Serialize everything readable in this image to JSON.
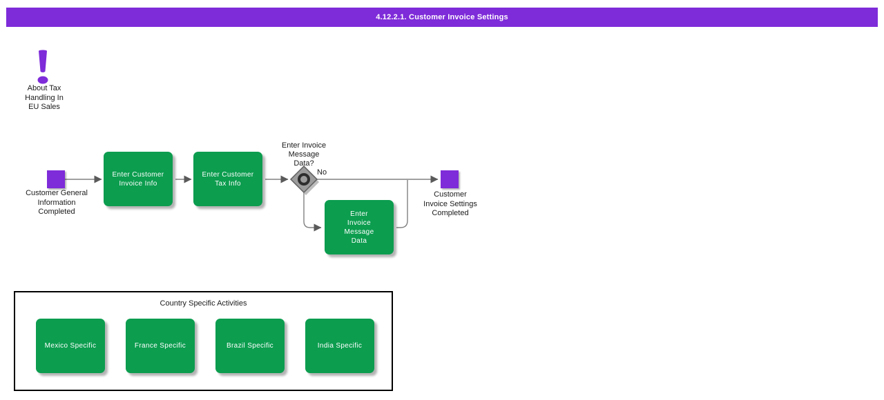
{
  "colors": {
    "accent_purple": "#7e2bd9",
    "task_green": "#0c9d4f",
    "connector_gray": "#808080",
    "arrowhead_gray": "#5a5a5a",
    "diamond_gray": "#9c9c9c",
    "diamond_edge": "#606060",
    "diamond_ring": "#2e2e2e"
  },
  "title_bar": {
    "title": "4.12.2.1. Customer Invoice Settings"
  },
  "note": {
    "lines": [
      "About Tax",
      "Handling In",
      "EU Sales"
    ]
  },
  "flow": {
    "start": {
      "lines": [
        "Customer General",
        "Information",
        "Completed"
      ]
    },
    "tasks": [
      {
        "lines": [
          "Enter Customer",
          "Invoice Info"
        ]
      },
      {
        "lines": [
          "Enter Customer",
          "Tax Info"
        ]
      },
      {
        "lines": [
          "Enter",
          "Invoice",
          "Message",
          "Data"
        ]
      }
    ],
    "decision": {
      "lines": [
        "Enter Invoice",
        "Message",
        "Data?"
      ],
      "no_label": "No"
    },
    "end": {
      "lines": [
        "Customer",
        "Invoice Settings",
        "Completed"
      ]
    }
  },
  "country_panel": {
    "title": "Country Specific Activities",
    "items": [
      {
        "label": "Mexico Specific"
      },
      {
        "label": "France Specific"
      },
      {
        "label": "Brazil Specific"
      },
      {
        "label": "India Specific"
      }
    ]
  }
}
